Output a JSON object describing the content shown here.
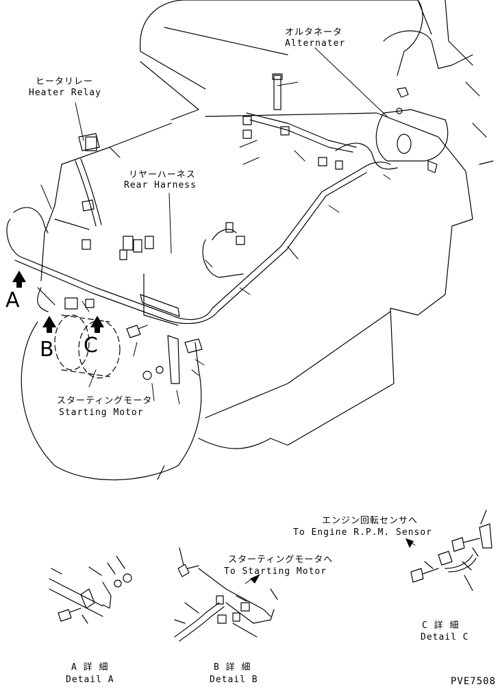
{
  "labels": {
    "alternator_jp": "オルタネータ",
    "alternator_en": "Alternater",
    "heater_relay_jp": "ヒータリレー",
    "heater_relay_en": "Heater Relay",
    "rear_harness_jp": "リヤーハーネス",
    "rear_harness_en": "Rear Harness",
    "starting_motor_jp": "スターティングモータ",
    "starting_motor_en": "Starting Motor",
    "to_rpm_sensor_jp": "エンジン回転センサへ",
    "to_rpm_sensor_en": "To Engine R.P.M. Sensor",
    "to_starting_motor_jp": "スターティングモータへ",
    "to_starting_motor_en": "To Starting Motor",
    "detail_a_jp": "A 詳 細",
    "detail_a_en": "Detail A",
    "detail_b_jp": "B 詳 細",
    "detail_b_en": "Detail B",
    "detail_c_jp": "C 詳 細",
    "detail_c_en": "Detail C"
  },
  "view_markers": [
    "A",
    "B",
    "C"
  ],
  "drawing_code": "PVE7508"
}
